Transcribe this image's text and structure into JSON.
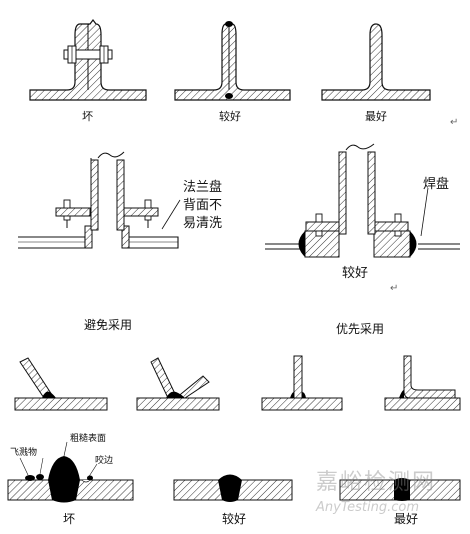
{
  "row1": {
    "bad": "坏",
    "better": "较好",
    "best": "最好"
  },
  "row2": {
    "flange_note": [
      "法兰盘",
      "背面不",
      "易清洗"
    ],
    "weld_disc": "焊盘",
    "better": "较好"
  },
  "row3": {
    "avoid": "避免采用",
    "prefer": "优先采用"
  },
  "row4": {
    "spatter": "飞溅物",
    "rough_surface": "粗糙表面",
    "undercut": "咬边",
    "bad": "坏",
    "better": "较好",
    "best": "最好"
  },
  "watermark": {
    "cn": "嘉峪检测网",
    "en": "AnyTesting.com"
  },
  "paragraph_mark": "↵",
  "colors": {
    "line": "#111111",
    "hatch": "#333333",
    "weld": "#000000",
    "watermark": "#8c8c8c"
  }
}
